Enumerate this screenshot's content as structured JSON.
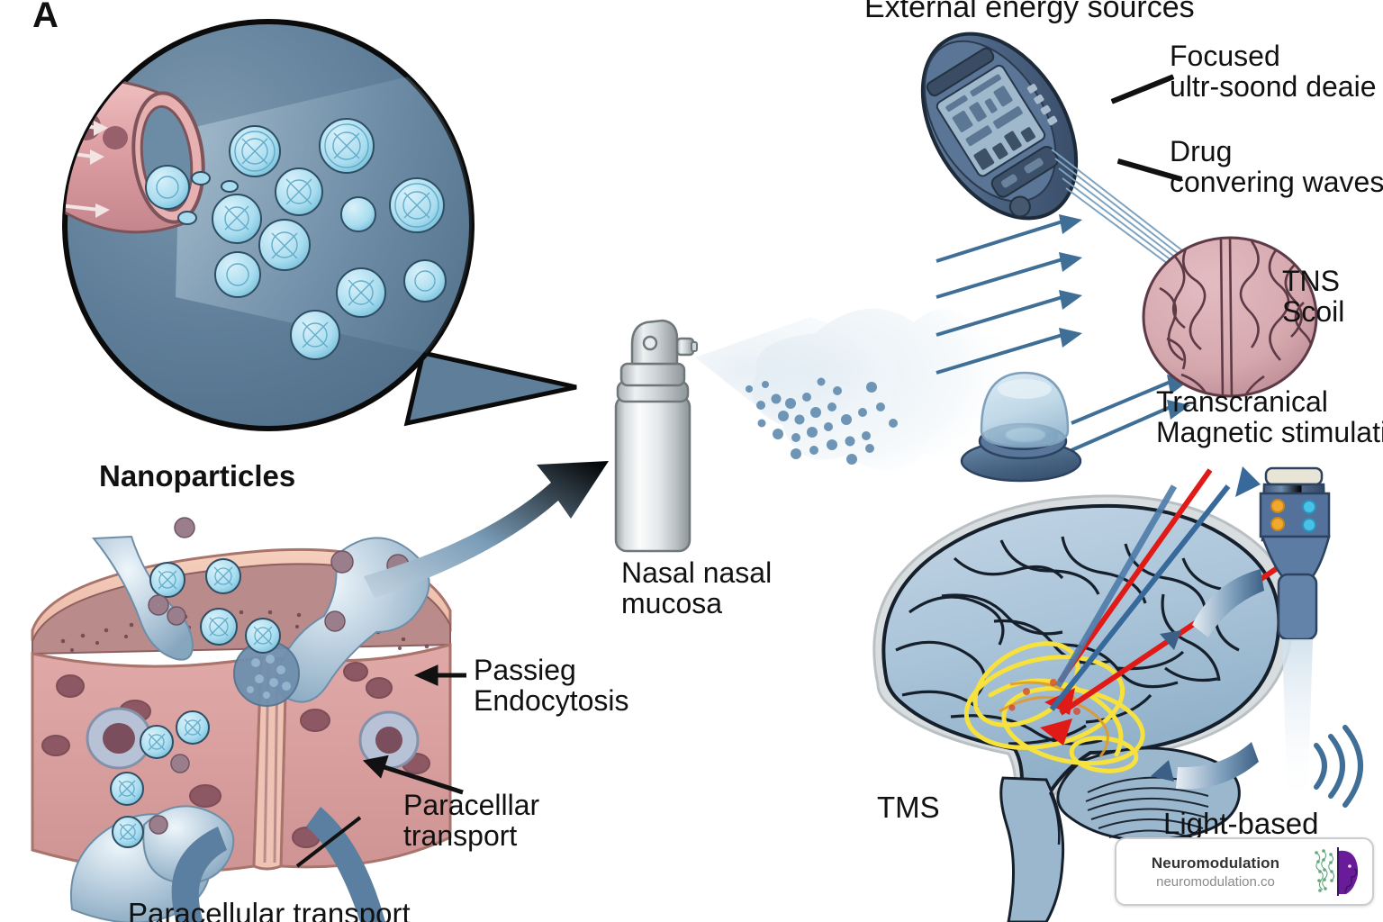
{
  "figure": {
    "panel_label": "A",
    "headline": "External energy sources"
  },
  "left_panel": {
    "nanoparticles_label": "Nanoparticles",
    "passive_endocytosis_label": "Passieg\nEndocytosis",
    "paracellular_label": "Paracelllar\ntransport",
    "paracellular_bottom_label": "Paracellular transport",
    "magnifier": {
      "vessel_color": "#dda0a4",
      "field_color": "#5f7e99",
      "particle_color": "#a9dcef"
    }
  },
  "center_panel": {
    "nasal_label": "Nasal nasal\nmucosa",
    "device": "nasal-spray-bottle",
    "spray_color": "#6e95b5"
  },
  "right_panel": {
    "fus_label": "Focused\nultr-soond deaie",
    "drug_waves_label": "Drug\nconvering waves",
    "tms_coil_label": "TNS\nScoil",
    "tms_label": "Transcranical\nMagnetic stimulation",
    "tms_brain_label": "TMS",
    "light_label": "Light-based",
    "device_color": "#4a6382",
    "brain_top_color": "#d5a8ae",
    "brain_side_color": "#a9c3d8",
    "arrow_red": "#e01b17",
    "arrow_blue": "#37699b",
    "coil_yellow": "#f7e13c"
  },
  "watermark": {
    "title": "Neuromodulation",
    "url": "neuromodulation.co",
    "logo_head_color": "#6a1b9a",
    "logo_mol_color": "#5fa97a"
  }
}
